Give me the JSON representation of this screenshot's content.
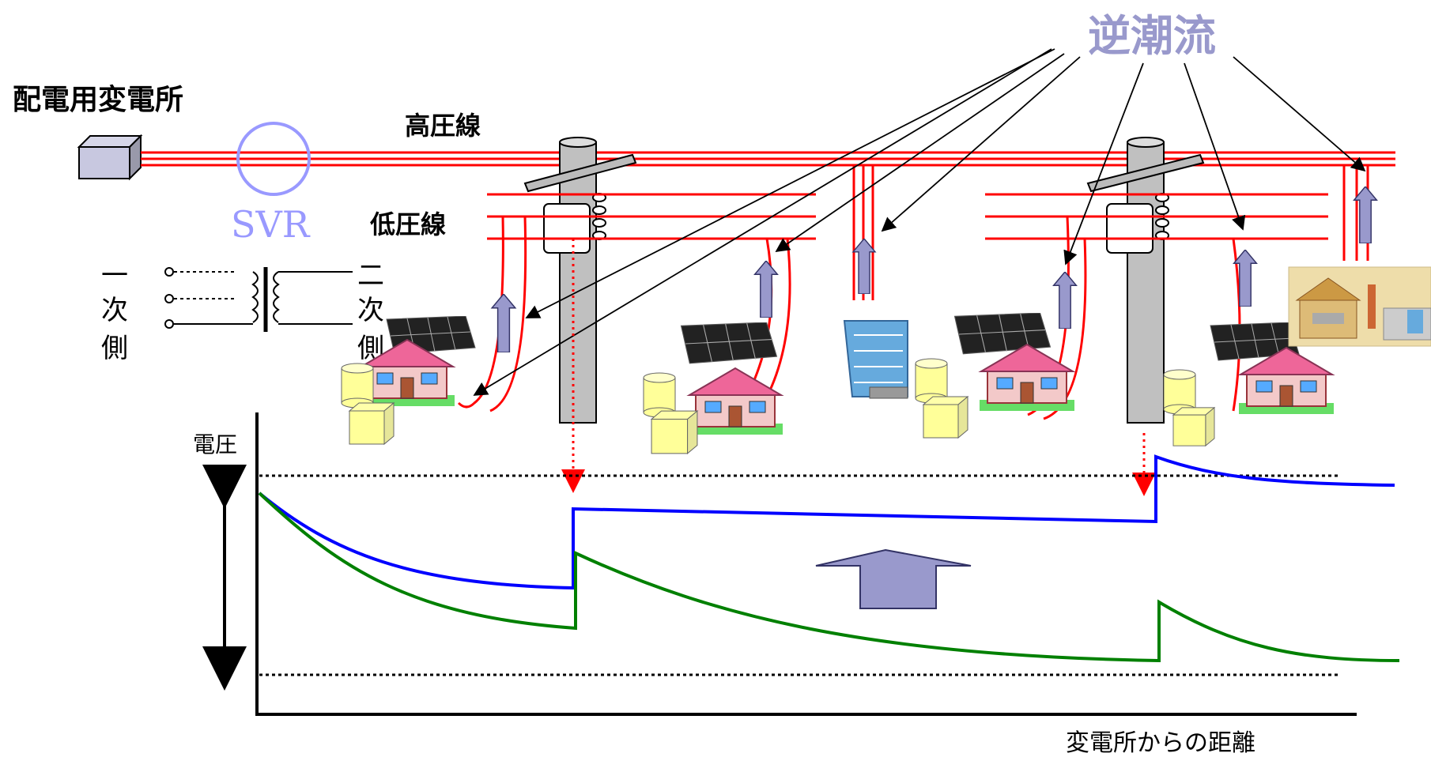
{
  "labels": {
    "substation": "配電用変電所",
    "high_voltage_line": "高圧線",
    "low_voltage_line": "低圧線",
    "svr": "SVR",
    "reverse_flow": "逆潮流",
    "primary_side": "一次側",
    "secondary_side": "二次側"
  },
  "chart": {
    "y_label": "電圧",
    "x_label": "変電所からの距離"
  },
  "colors": {
    "power_line": "#ff0000",
    "reverse_flow_arrow": "#9999cc",
    "svr": "#9999ff",
    "voltage_with_pv": "#0000ff",
    "voltage_without_pv": "#008000",
    "drop_marker": "#ff0000"
  }
}
